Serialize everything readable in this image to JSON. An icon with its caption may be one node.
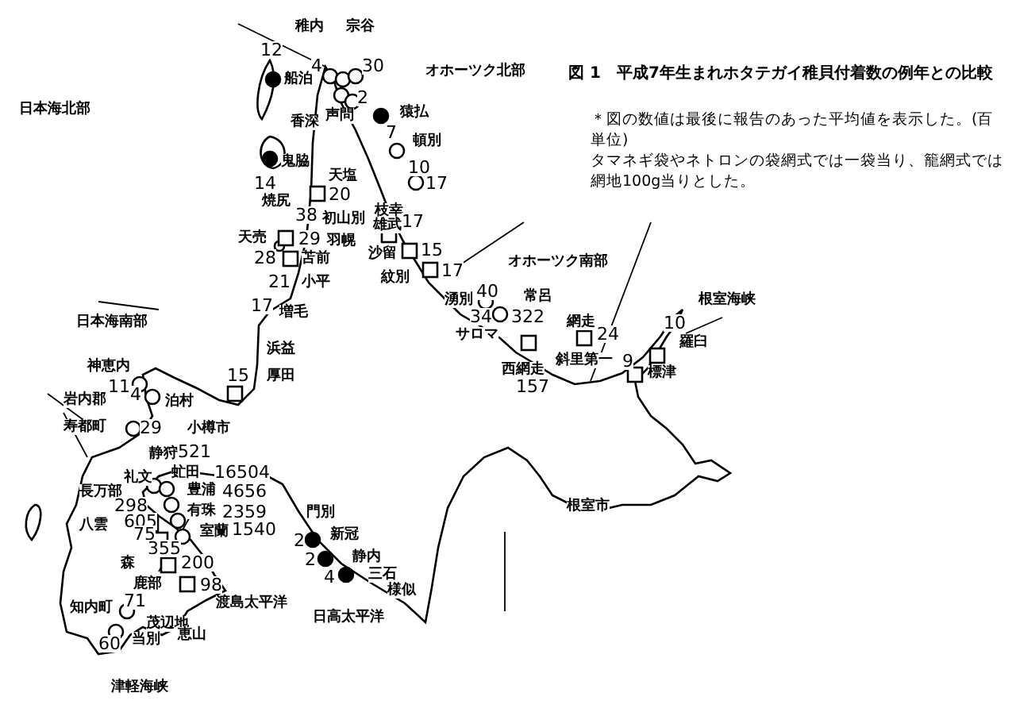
{
  "diagram": {
    "title": "図 1　平成7年生まれホタテガイ稚貝付着数の例年との比較",
    "labels": [
      "＊図の数値は最後に報告のあった平均値を表示した。(百単位)",
      "タマネギ袋やネトロンの袋網式では一袋当り、籠網式では網地100g当りとした。",
      "稚内",
      "宗谷",
      "12",
      "4",
      "30",
      "船泊",
      "声問",
      "2",
      "オホーツク北部",
      "日本海北部",
      "猿払",
      "7",
      "香深",
      "頓別",
      "14",
      "鬼脇",
      "10",
      "天塩",
      "枝幸",
      "17",
      "20",
      "焼尻",
      "38",
      "初山別",
      "天売",
      "29",
      "羽幌",
      "28",
      "苫前",
      "21",
      "小平",
      "17",
      "増毛",
      "浜益",
      "15",
      "厚田",
      "小樽市",
      "雄武",
      "17",
      "沙留",
      "15",
      "紋別",
      "17",
      "オホーツク南部",
      "湧別",
      "40",
      "常呂",
      "34",
      "322",
      "サロマ",
      "網走",
      "24",
      "西網走",
      "157",
      "斜里第一",
      "10",
      "根室海峡",
      "羅臼",
      "9",
      "標津",
      "根室市",
      "日本海南部",
      "神恵内",
      "11",
      "岩内郡",
      "4",
      "泊村",
      "寿都町",
      "29",
      "静狩",
      "521",
      "礼文",
      "虻田",
      "16504",
      "長万部",
      "豊浦",
      "4656",
      "298",
      "有珠",
      "2359",
      "八雲",
      "605",
      "75",
      "室蘭",
      "1540",
      "355",
      "森",
      "200",
      "鹿部",
      "98",
      "知内町",
      "71",
      "渡島太平洋",
      "茂辺地",
      "60",
      "当別",
      "恵山",
      "津軽海峡",
      "門別",
      "2",
      "新冠",
      "2",
      "静内",
      "4",
      "三石",
      "様似",
      "日高太平洋"
    ]
  }
}
